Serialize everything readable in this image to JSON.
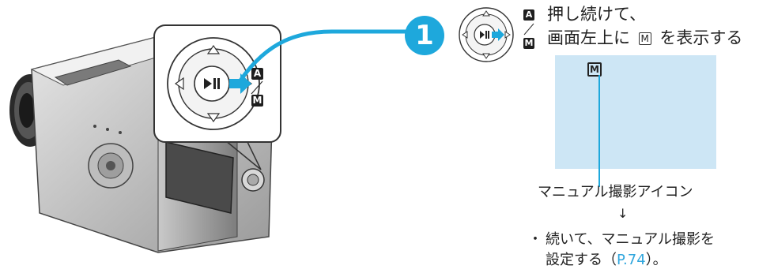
{
  "instructions": {
    "step_number": "1",
    "line1": "押し続けて、",
    "line2_before": "画面左上に",
    "line2_icon": "M",
    "line2_after": "を表示する"
  },
  "buttons": {
    "auto_label": "A",
    "manual_label": "M",
    "play_pause_symbol": "▶II"
  },
  "screen": {
    "indicator": "M",
    "background_color": "#cde6f5"
  },
  "caption": {
    "icon_label": "マニュアル撮影アイコン",
    "arrow": "↓",
    "bullet": "・",
    "note_line1": "続いて、マニュアル撮影を",
    "note_line2_before": "設定する（",
    "note_link": "P.74",
    "note_line2_after": "）。"
  },
  "colors": {
    "accent": "#1ea8dc",
    "link": "#2fa6dd"
  }
}
